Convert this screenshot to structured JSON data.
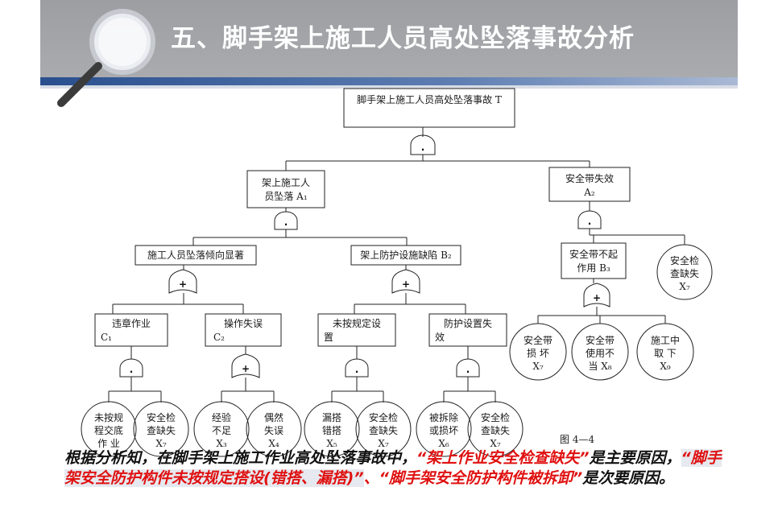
{
  "slide": {
    "title": "五、脚手架上施工人员高处坠落事故分析"
  },
  "fault_tree": {
    "top": "脚手架上施工人员高处坠落事故 T",
    "a1": [
      "架上施工人",
      "员坠落 A₁"
    ],
    "a2": [
      "安全带失效",
      "A₂"
    ],
    "b1": "施工人员坠落倾向显著",
    "b2": "架上防护设施缺陷 B₂",
    "b3": [
      "安全带不起",
      "作用 B₃"
    ],
    "c1": [
      "违章作业",
      "C₁"
    ],
    "c2": [
      "操作失误",
      "C₂"
    ],
    "c3": [
      "未按规定设",
      "置"
    ],
    "c4": [
      "防护设置失",
      "效"
    ],
    "x_a2": [
      "安全检",
      "查缺失",
      "X₇"
    ],
    "x_b3_1": [
      "安全带",
      "损  坏",
      "X₇"
    ],
    "x_b3_2": [
      "安全带",
      "使用不",
      "当 X₈"
    ],
    "x_b3_3": [
      "施工中",
      "取  下",
      "X₉"
    ],
    "x1": [
      "未按规",
      "程交底",
      "作  业"
    ],
    "x2": [
      "安全检",
      "查缺失",
      "X₇"
    ],
    "x3": [
      "经验",
      "不足",
      "X₃"
    ],
    "x4": [
      "偶然",
      "失误",
      "X₄"
    ],
    "x5": [
      "漏搭",
      "错搭",
      "X₅"
    ],
    "x6": [
      "安全检",
      "查缺失",
      "X₇"
    ],
    "x7": [
      "被拆除",
      "或损坏",
      "X₆"
    ],
    "x8": [
      "安全检",
      "查缺失",
      "X₇"
    ],
    "gate_and": "·",
    "gate_or": "+",
    "figure_label": "图 4—4"
  },
  "caption": {
    "p1": "根据分析知，在脚手架上施工作业高处坠落事故中，",
    "p2": "“架上作业安全检查缺失”",
    "p3": "是主要原因，",
    "p4": "“脚手架安全防护构件未按规定搭设(错搭、漏搭)”",
    "p5": "、",
    "p6": "“脚手架安全防护构件被拆卸”",
    "p7": "是次要原因。"
  }
}
